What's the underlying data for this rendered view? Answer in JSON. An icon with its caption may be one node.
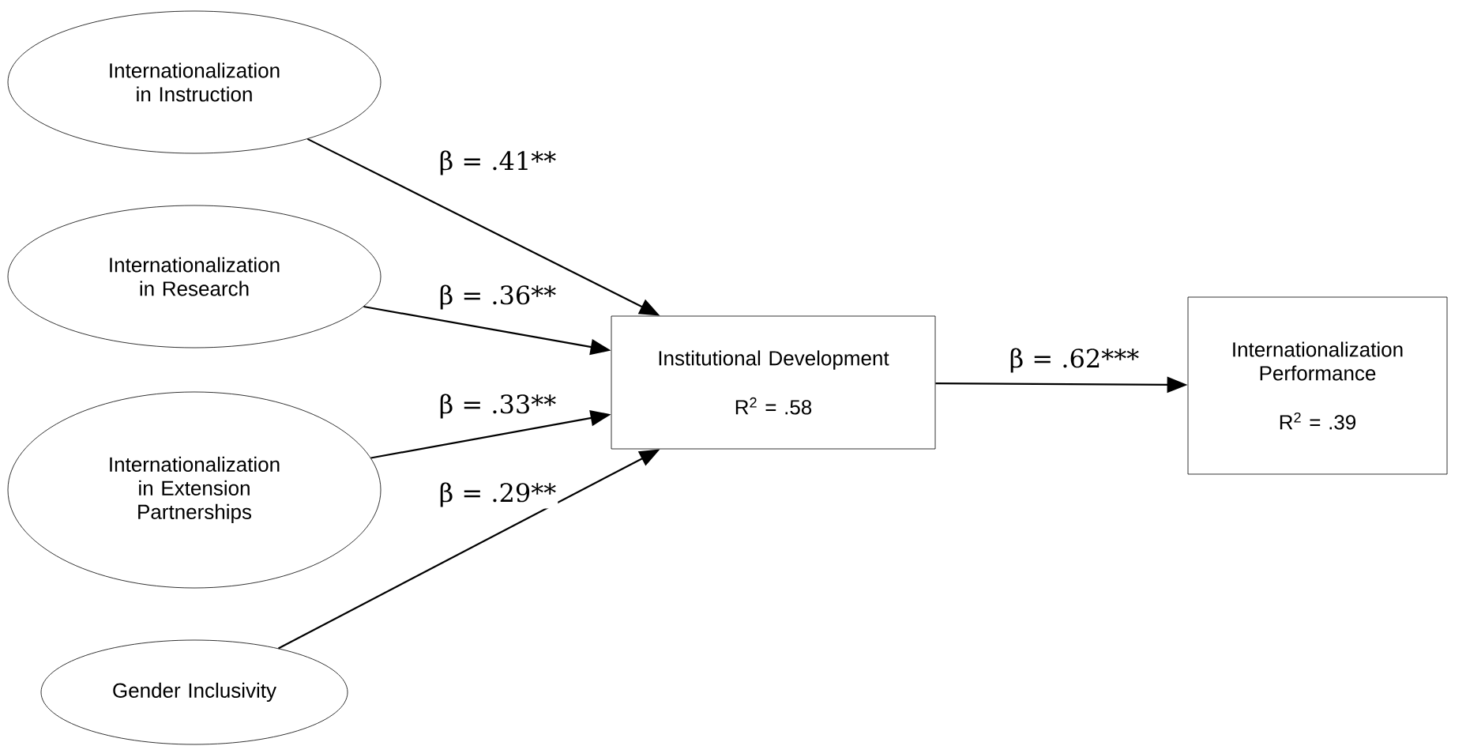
{
  "diagram": {
    "nodes": [
      {
        "text": [
          "Internationalization in Instruction"
        ]
      },
      {
        "text": [
          "Internationalization in Research"
        ]
      },
      {
        "text": [
          "Internationalization in Extension Partnerships"
        ]
      },
      {
        "text": [
          "Gender Inclusivity"
        ]
      },
      {
        "text": [
          "Institutional Development",
          "R$^{2}$ = .58"
        ]
      },
      {
        "text": [
          "Internationalization Performance",
          "R$^{2}$ = .39"
        ]
      }
    ],
    "edges": [
      {
        "from": 0,
        "to": 4,
        "arrow": "to",
        "label": "β = .41**"
      },
      {
        "from": 1,
        "to": 4,
        "arrow": "to",
        "label": "β = .36**"
      },
      {
        "from": 2,
        "to": 4,
        "arrow": "to",
        "label": "β = .33**"
      },
      {
        "from": 3,
        "to": 4,
        "arrow": "to",
        "label": "β = .29**"
      },
      {
        "from": 4,
        "to": 5,
        "arrow": "to",
        "label": "β = .62***"
      }
    ]
  }
}
